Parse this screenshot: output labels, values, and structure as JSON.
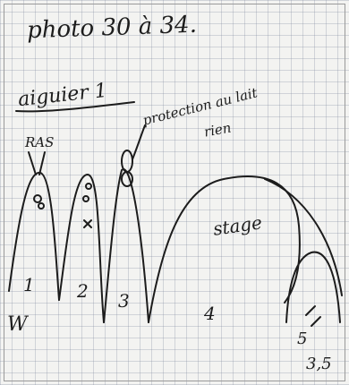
{
  "note": {
    "title": "photo 30 à 34.",
    "section": "aiguier 1",
    "annotation_top": "RAS",
    "annotation_right_line1": "protection au lait",
    "annotation_right_line2": "rien",
    "annotation_middle": "stage",
    "left_marker": "W",
    "numbers": [
      "1",
      "2",
      "3",
      "4",
      "5"
    ],
    "footer": "3,5"
  }
}
